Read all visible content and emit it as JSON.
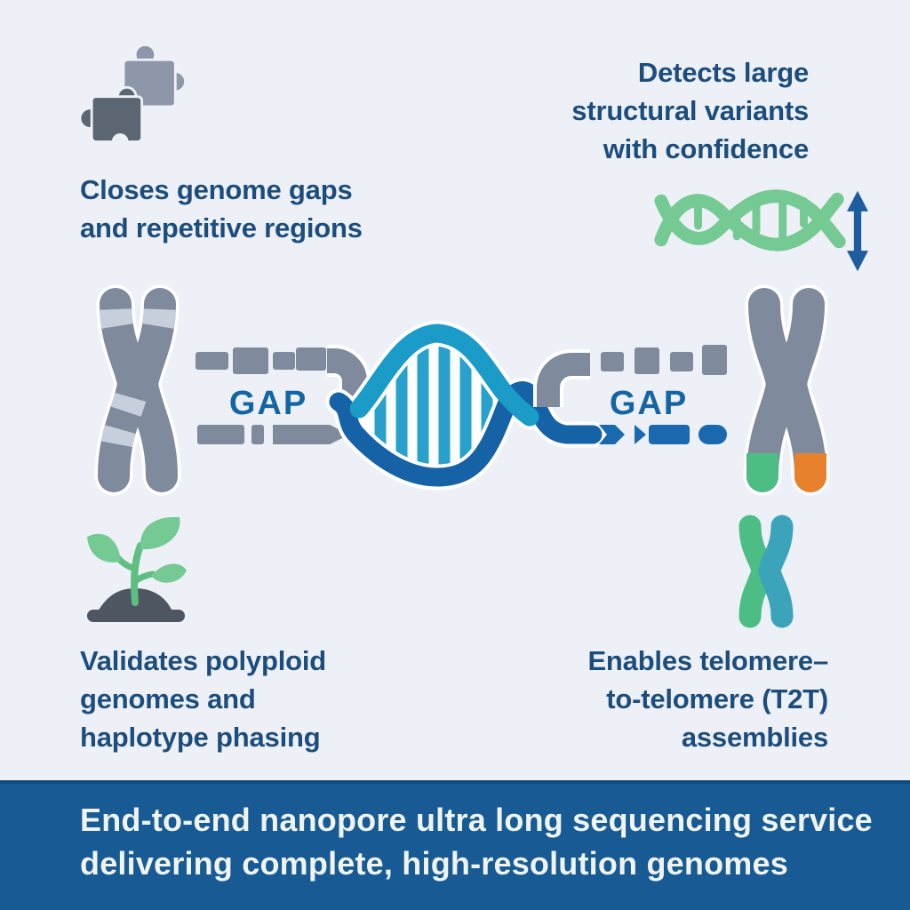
{
  "features": {
    "genome_gaps": {
      "icon": "puzzle-icon",
      "lines": [
        "Closes genome gaps",
        "and repetitive regions"
      ]
    },
    "structural_variants": {
      "icon": "dna-variant-icon",
      "lines": [
        "Detects large",
        "structural variants",
        "with confidence"
      ]
    },
    "polyploid": {
      "icon": "seedling-icon",
      "lines": [
        "Validates polyploid",
        "genomes and",
        "haplotype phasing"
      ]
    },
    "t2t": {
      "icon": "chromosome-pair-icon",
      "lines": [
        "Enables telomere–",
        "to-telomere (T2T)",
        "assemblies"
      ]
    }
  },
  "diagram": {
    "gap_label_left": "GAP",
    "gap_label_right": "GAP"
  },
  "banner": {
    "lines": [
      "End-to-end nanopore ultra long sequencing service",
      "delivering complete, high-resolution genomes"
    ]
  },
  "colors": {
    "background": "#edf1f7",
    "headline_text": "#1d4d7c",
    "gap_label": "#1565a4",
    "banner_background": "#175a94",
    "banner_text": "#f0f4ef",
    "chromosome_gray": "#7f8a9d",
    "chromosome_band": "#c7cfdc",
    "cyan_strand": "#1b9cc8",
    "blue_strand": "#1562a7",
    "blue_dashes": "#1a68ae",
    "green": "#74ca92",
    "green_chromatid": "#4cbe85",
    "teal_chromatid": "#3ba4ba",
    "orange_tip": "#e8812c",
    "arrow_blue": "#1d5d9f",
    "puzzle_light": "#8d97a9",
    "puzzle_dark": "#5c6672",
    "soil_gray": "#4d5661"
  }
}
